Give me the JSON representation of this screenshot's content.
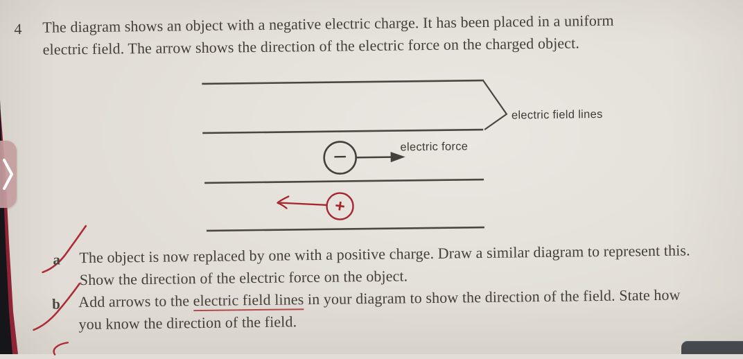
{
  "page": {
    "background_color": "#e2ded7",
    "text_color": "#443f37",
    "diagram_line_color": "#4a4641",
    "annotation_red_color": "#a5262f"
  },
  "question": {
    "number": "4",
    "line1": "The diagram shows an object with a negative electric charge. It has been placed in a uniform",
    "line2": "electric field. The arrow shows the direction of the electric force on the charged object."
  },
  "diagram": {
    "field_lines_label": "electric field lines",
    "force_label": "electric force",
    "negative_charge_symbol": "−",
    "handwritten_positive_symbol": "+"
  },
  "parts": {
    "a": {
      "letter": "a",
      "line1": "The object is now replaced by one with a positive charge. Draw a similar diagram to represent this.",
      "line2": "Show the direction of the electric force on the object."
    },
    "b": {
      "letter": "b",
      "line1_pre": "Add arrows to the ",
      "line1_underlined": "electric field lines",
      "line1_post": " in your diagram to show the direction of the field. State how",
      "line2": "you know the direction of the field."
    }
  },
  "icons": {
    "page_nav_chevron": "chevron-right"
  }
}
